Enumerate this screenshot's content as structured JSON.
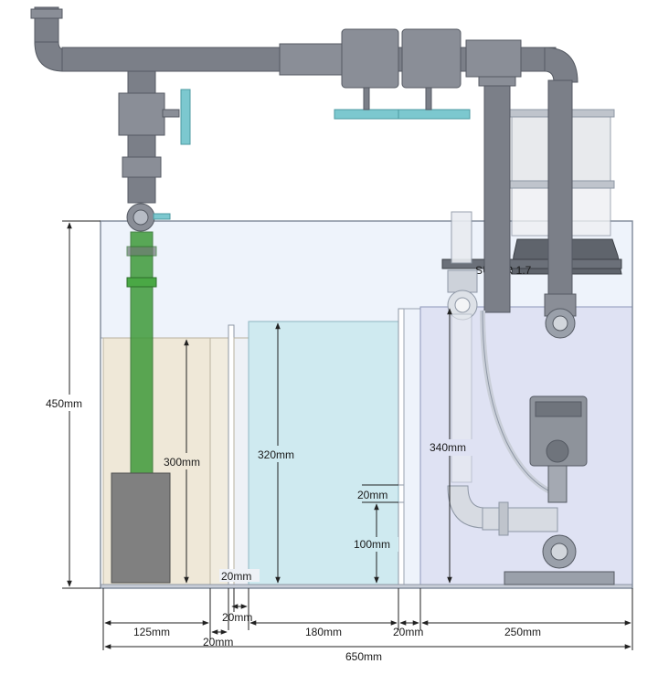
{
  "dimensions": {
    "tank_height": "450mm",
    "tank_width": "650mm",
    "section_a_width": "125mm",
    "gap_a_width": "20mm",
    "baffle_b_width": "20mm",
    "section_c_width": "180mm",
    "gap_d_width": "20mm",
    "section_e_width": "250mm",
    "level_a": "300mm",
    "level_c": "320mm",
    "level_e": "340mm",
    "slot_height": "20mm",
    "slot_base": "100mm",
    "bottom_gap": "20mm"
  },
  "skimmer_label": "SUPER 1.7",
  "colors": {
    "pipe": "#7b7f88",
    "pipe_dark": "#555a63",
    "water_light": "#e9f1fb",
    "media_bg": "#efe8d8",
    "refugium_water": "#cfeaf0",
    "skimmer_chamber": "#dfe2f3",
    "green_pipe": "#3f9a3a",
    "teal_valve": "#7cc8cf"
  }
}
